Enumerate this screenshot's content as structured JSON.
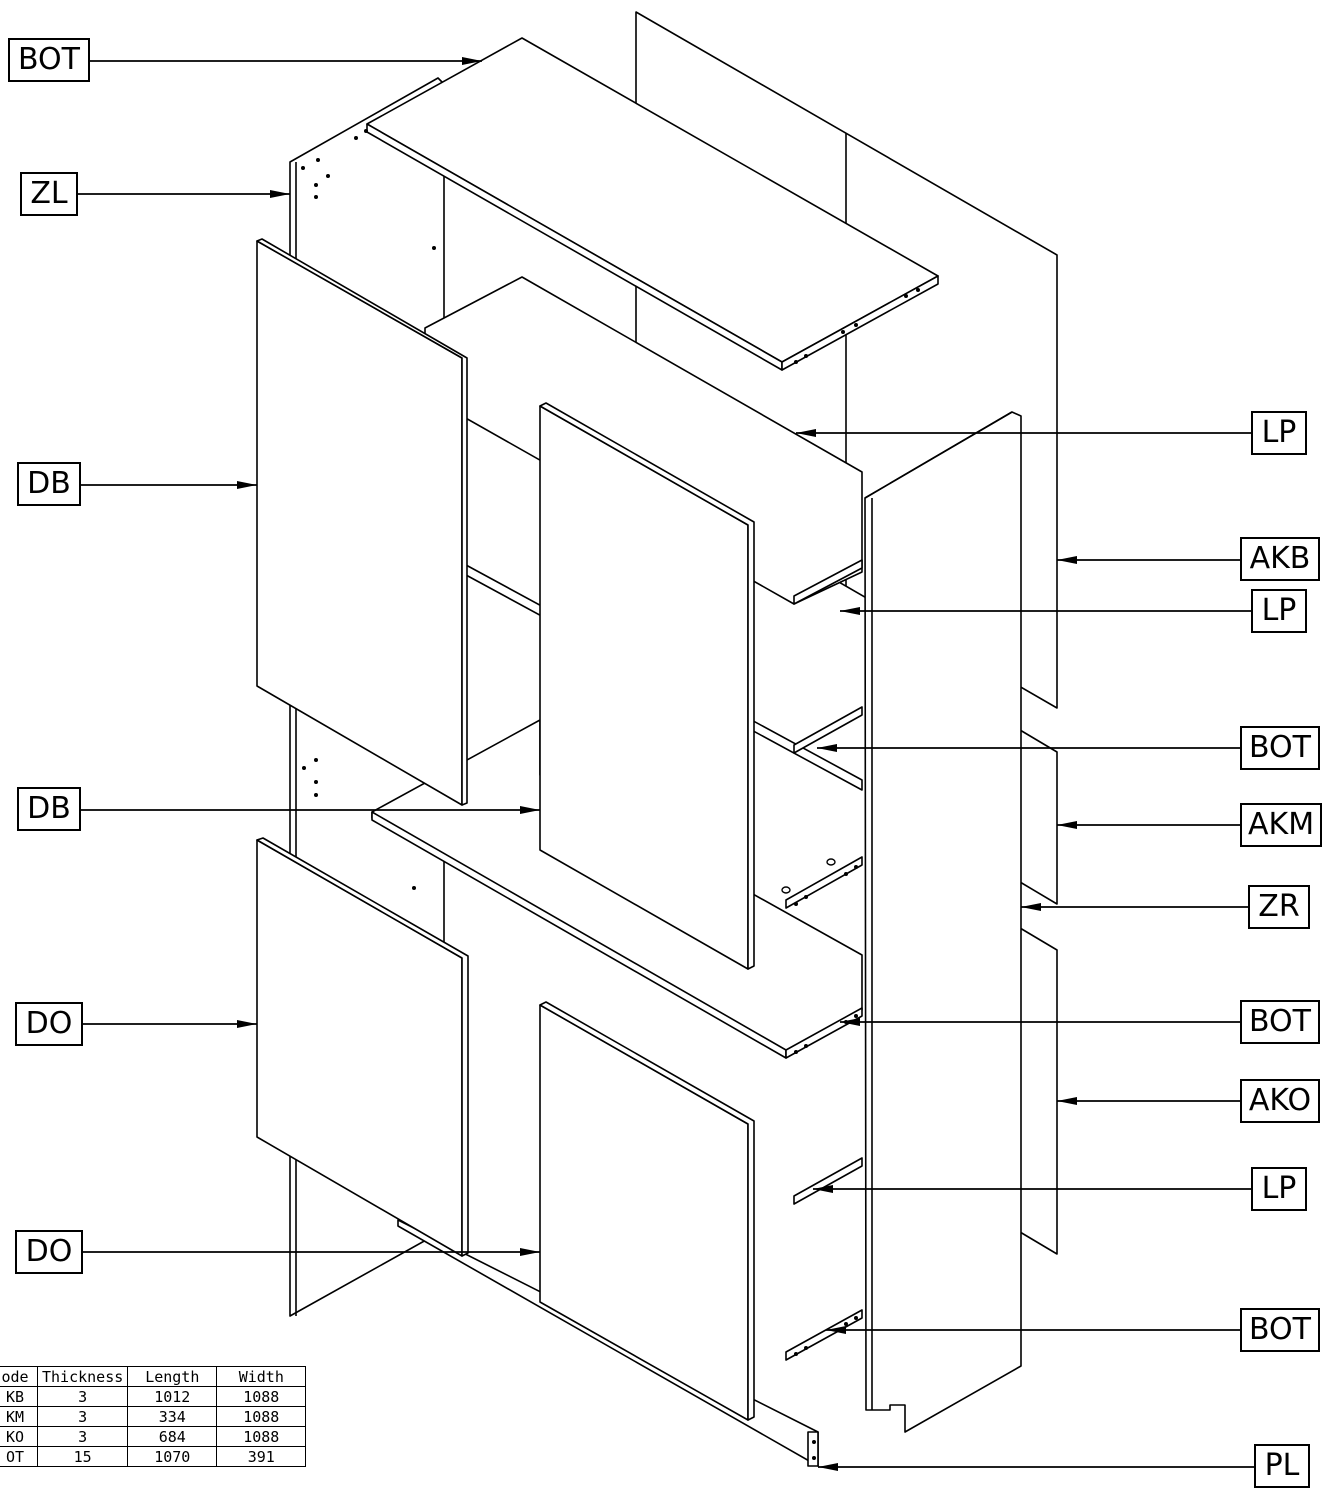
{
  "callouts": [
    {
      "id": "bot-top",
      "text": "BOT"
    },
    {
      "id": "zl",
      "text": "ZL"
    },
    {
      "id": "db-top",
      "text": "DB"
    },
    {
      "id": "db-mid",
      "text": "DB"
    },
    {
      "id": "do-top",
      "text": "DO"
    },
    {
      "id": "do-bottom",
      "text": "DO"
    },
    {
      "id": "lp-1",
      "text": "LP"
    },
    {
      "id": "akb",
      "text": "AKB"
    },
    {
      "id": "lp-2",
      "text": "LP"
    },
    {
      "id": "bot-2",
      "text": "BOT"
    },
    {
      "id": "akm",
      "text": "AKM"
    },
    {
      "id": "zr",
      "text": "ZR"
    },
    {
      "id": "bot-3",
      "text": "BOT"
    },
    {
      "id": "ako",
      "text": "AKO"
    },
    {
      "id": "lp-3",
      "text": "LP"
    },
    {
      "id": "bot-4",
      "text": "BOT"
    },
    {
      "id": "pl",
      "text": "PL"
    }
  ],
  "parts_table": {
    "headers": [
      "ode",
      "Thickness",
      "Length",
      "Width"
    ],
    "rows": [
      [
        "KB",
        "3",
        "1012",
        "1088"
      ],
      [
        "KM",
        "3",
        "334",
        "1088"
      ],
      [
        "KO",
        "3",
        "684",
        "1088"
      ],
      [
        "OT",
        "15",
        "1070",
        "391"
      ]
    ]
  }
}
